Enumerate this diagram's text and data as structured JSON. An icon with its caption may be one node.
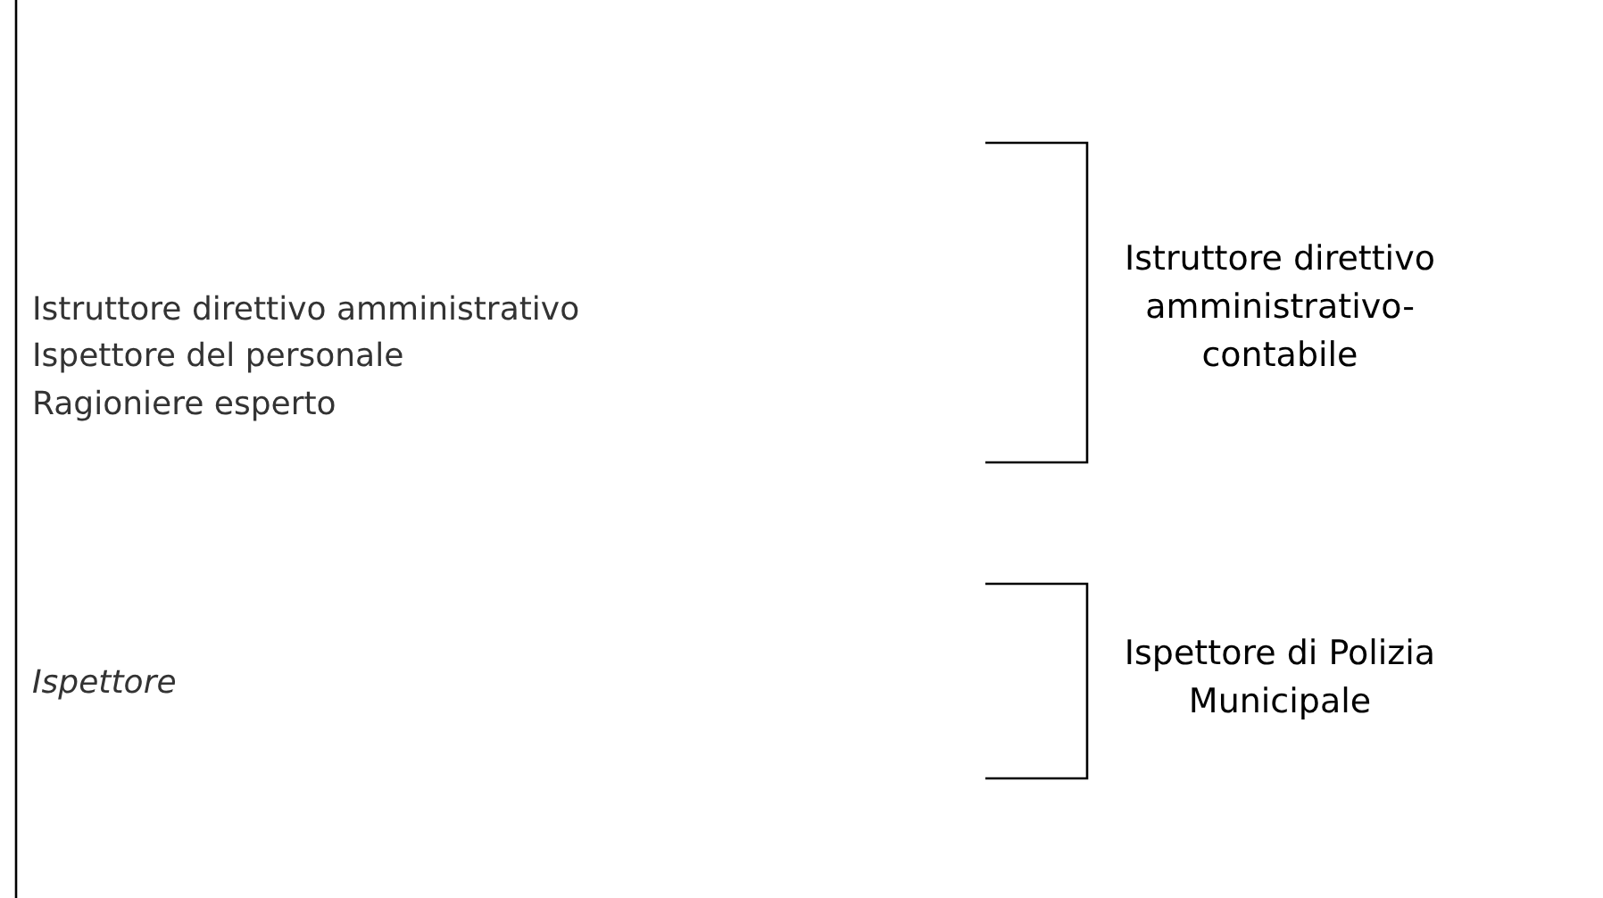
{
  "diagram": {
    "labels": [
      "Istruttore direttivo amministrativo",
      "Ispettore del personale",
      "Ragioniere esperto",
      "Istruttore direttivo amministrativo-contabile",
      "Ispettore",
      "Ispettore di Polizia Municipale"
    ]
  }
}
